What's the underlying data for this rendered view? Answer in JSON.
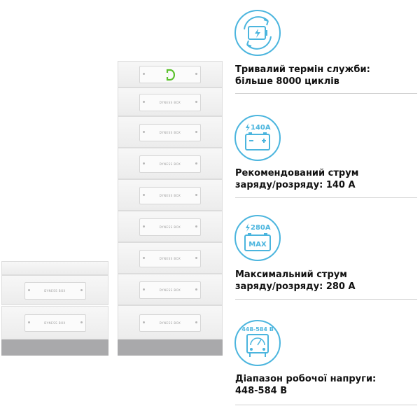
{
  "brand_text": "DYNESS BOX",
  "logo_letter": "D",
  "colors": {
    "accent": "#4bb5de",
    "logo_green": "#5cc12e",
    "module_gray": "#ececec",
    "base_gray": "#a9a9ab"
  },
  "features": [
    {
      "icon": "battery-cycle-icon",
      "line1": "Тривалий термін служби:",
      "line2": "більше 8000 циклів"
    },
    {
      "icon": "battery-current-icon",
      "icon_label": "140A",
      "line1": "Рекомендований струм",
      "line2": "заряду/розряду: 140 А"
    },
    {
      "icon": "battery-max-current-icon",
      "icon_label": "280A",
      "icon_badge": "MAX",
      "line1": "Максимальний струм",
      "line2": "заряду/розряду: 280 А"
    },
    {
      "icon": "voltage-gauge-icon",
      "icon_label": "448-584 B",
      "line1": "Діапазон робочої напруги:",
      "line2": "448-584 B"
    }
  ]
}
